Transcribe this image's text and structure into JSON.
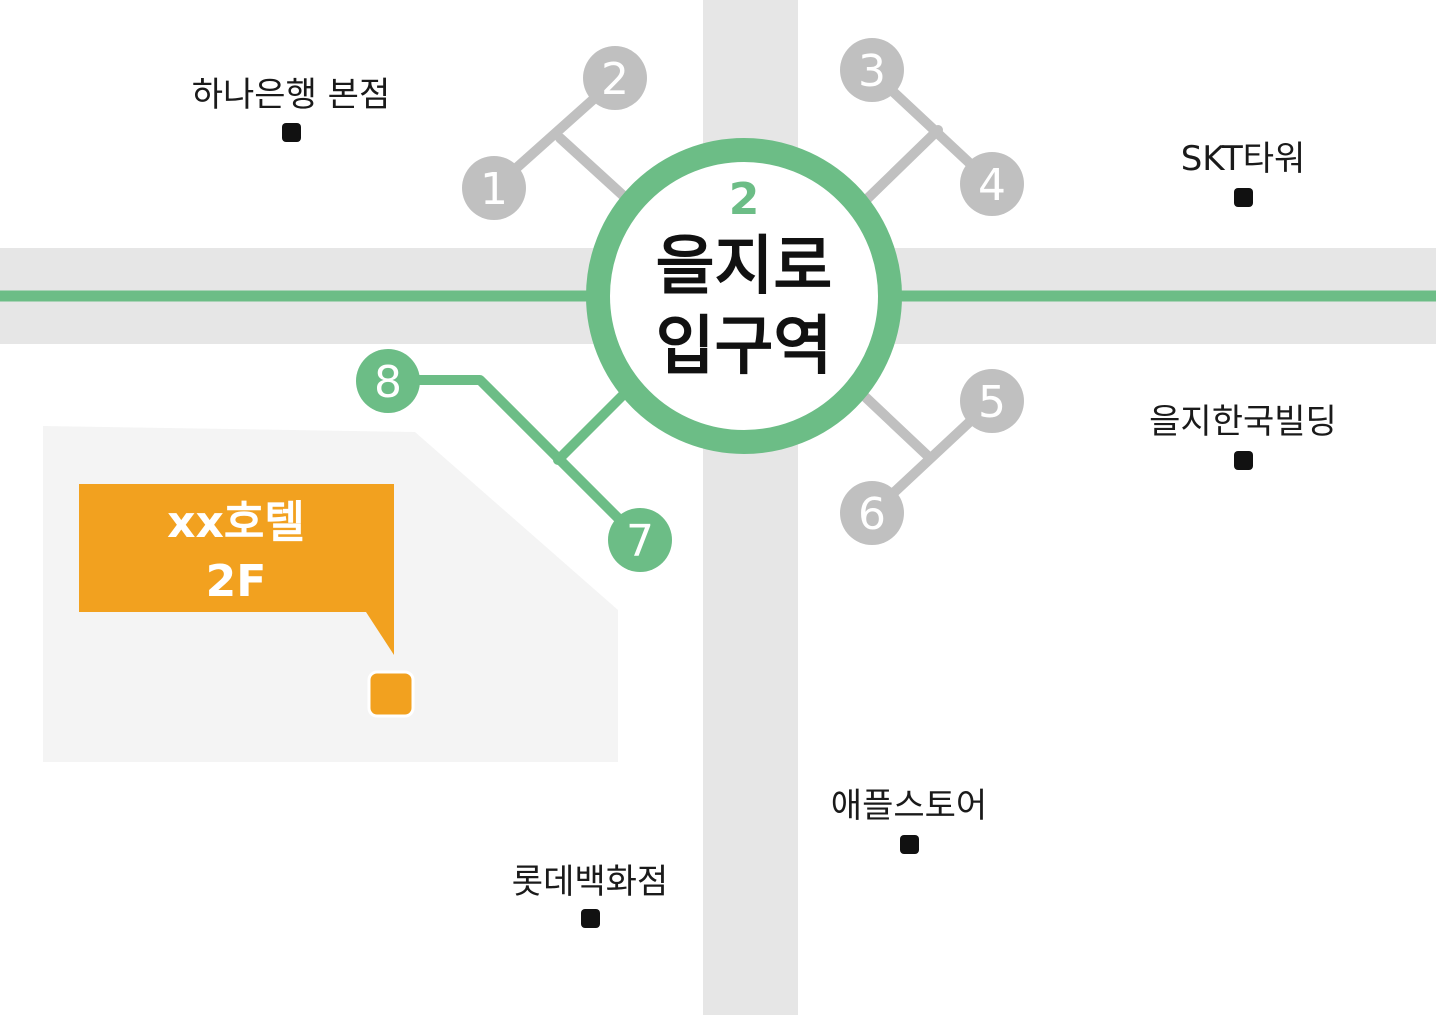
{
  "station": {
    "line_number": "2",
    "name_line1": "을지로",
    "name_line2": "입구역"
  },
  "exits": [
    {
      "number": "1",
      "active": false
    },
    {
      "number": "2",
      "active": false
    },
    {
      "number": "3",
      "active": false
    },
    {
      "number": "4",
      "active": false
    },
    {
      "number": "5",
      "active": false
    },
    {
      "number": "6",
      "active": false
    },
    {
      "number": "7",
      "active": true
    },
    {
      "number": "8",
      "active": true
    }
  ],
  "landmarks": [
    {
      "label": "하나은행 본점"
    },
    {
      "label": "SKT타워"
    },
    {
      "label": "을지한국빌딩"
    },
    {
      "label": "애플스토어"
    },
    {
      "label": "롯데백화점"
    }
  ],
  "destination": {
    "line1": "xx호텔",
    "line2": "2F"
  },
  "colors": {
    "line2_green": "#6cbd86",
    "exit_inactive_gray": "#c0c0c0",
    "road_gray": "#e6e6e6",
    "block_gray": "#f4f4f4",
    "destination_orange": "#f2a11f",
    "marker_black": "#111111"
  }
}
